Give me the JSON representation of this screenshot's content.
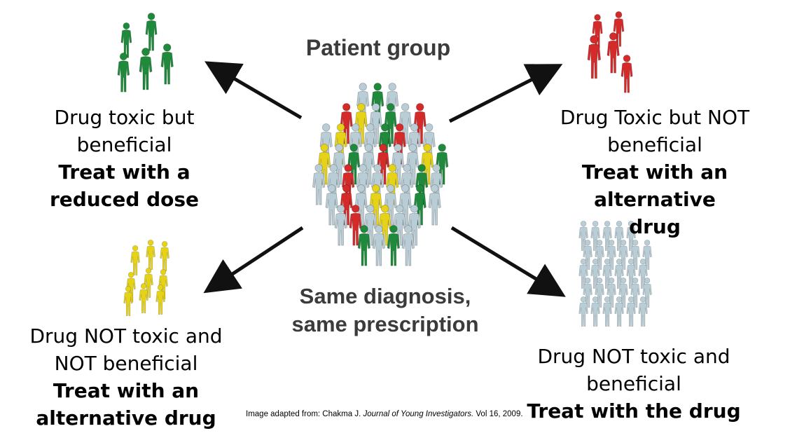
{
  "center": {
    "title": "Patient group",
    "caption_line1": "Same diagnosis,",
    "caption_line2": "same prescription"
  },
  "quadrants": {
    "top_left": {
      "line1": "Drug toxic but",
      "line2": "beneficial",
      "action_line1": "Treat with a",
      "action_line2": "reduced dose",
      "figure_color": "#1f8a3b"
    },
    "top_right": {
      "line1": "Drug Toxic but NOT",
      "line2": "beneficial",
      "action_line1": "Treat with an alternative",
      "action_line2": "drug",
      "figure_color": "#d42a2a"
    },
    "bottom_left": {
      "line1": "Drug NOT toxic and",
      "line2": "NOT beneficial",
      "action_line1": "Treat with an",
      "action_line2": "alternative drug",
      "figure_color": "#e6d317"
    },
    "bottom_right": {
      "line1": "Drug NOT toxic and",
      "line2": "beneficial",
      "action_line1": "Treat with the drug",
      "figure_color": "#b9cdd6"
    }
  },
  "citation": {
    "prefix": "Image adapted from: Chakma J.",
    "journal": "Journal of Young Investigators.",
    "suffix": "Vol 16, 2009."
  },
  "colors": {
    "green": "#1f8a3b",
    "red": "#d42a2a",
    "yellow": "#e6d317",
    "light_blue": "#b9cdd6"
  }
}
